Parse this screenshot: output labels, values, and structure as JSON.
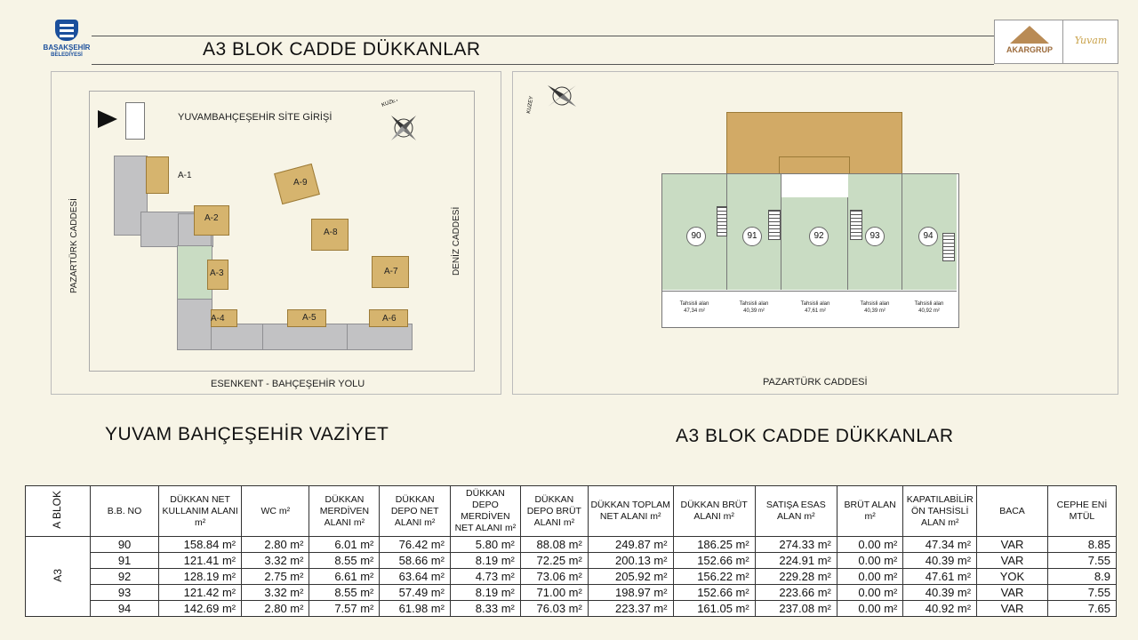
{
  "header": {
    "municipality_line1": "BAŞAKŞEHİR",
    "municipality_line2": "BELEDİYESİ",
    "title": "A3 BLOK  CADDE DÜKKANLAR",
    "brand_left": "AKARGRUP",
    "brand_right": "Yuvam"
  },
  "site_plan": {
    "entrance_label": "YUVAMBAHÇEŞEHİR SİTE GİRİŞİ",
    "street_left": "PAZARTÜRK CADDESİ",
    "street_right": "DENİZ CADDESİ",
    "street_bottom": "ESENKENT - BAHÇEŞEHİR YOLU",
    "north_label": "KUZEY",
    "blocks": [
      "A-1",
      "A-2",
      "A-3",
      "A-4",
      "A-5",
      "A-6",
      "A-7",
      "A-8",
      "A-9"
    ],
    "caption": "YUVAM BAHÇEŞEHİR VAZİYET"
  },
  "floor_plan": {
    "north_label": "KUZEY",
    "shops": [
      {
        "no": "90",
        "area_label": "Tahsisli alan",
        "area_value": "47,34 m²"
      },
      {
        "no": "91",
        "area_label": "Tahsisli alan",
        "area_value": "40,39 m²"
      },
      {
        "no": "92",
        "area_label": "Tahsisli alan",
        "area_value": "47,61 m²"
      },
      {
        "no": "93",
        "area_label": "Tahsisli alan",
        "area_value": "40,39 m²"
      },
      {
        "no": "94",
        "area_label": "Tahsisli alan",
        "area_value": "40,92 m²"
      }
    ],
    "street_label": "PAZARTÜRK CADDESİ",
    "caption": "A3 BLOK CADDE DÜKKANLAR"
  },
  "table": {
    "block_header": "A BLOK",
    "block_value": "A3",
    "columns": [
      "B.B. NO",
      "DÜKKAN NET KULLANIM ALANI m²",
      "WC m²",
      "DÜKKAN MERDİVEN ALANI m²",
      "DÜKKAN DEPO NET ALANI m²",
      "DÜKKAN DEPO MERDİVEN NET ALANI m²",
      "DÜKKAN DEPO BRÜT ALANI m²",
      "DÜKKAN TOPLAM NET ALANI m²",
      "DÜKKAN BRÜT ALANI m²",
      "SATIŞA ESAS ALAN m²",
      "BRÜT ALAN m²",
      "KAPATILABİLİR ÖN TAHSİSLİ ALAN m²",
      "BACA",
      "CEPHE ENİ MTÜL"
    ],
    "rows": [
      [
        "90",
        "158.84 m²",
        "2.80 m²",
        "6.01 m²",
        "76.42 m²",
        "5.80 m²",
        "88.08 m²",
        "249.87 m²",
        "186.25 m²",
        "274.33 m²",
        "0.00 m²",
        "47.34 m²",
        "VAR",
        "8.85"
      ],
      [
        "91",
        "121.41 m²",
        "3.32 m²",
        "8.55 m²",
        "58.66 m²",
        "8.19 m²",
        "72.25 m²",
        "200.13 m²",
        "152.66 m²",
        "224.91 m²",
        "0.00 m²",
        "40.39 m²",
        "VAR",
        "7.55"
      ],
      [
        "92",
        "128.19 m²",
        "2.75 m²",
        "6.61 m²",
        "63.64 m²",
        "4.73 m²",
        "73.06 m²",
        "205.92 m²",
        "156.22 m²",
        "229.28 m²",
        "0.00 m²",
        "47.61 m²",
        "YOK",
        "8.9"
      ],
      [
        "93",
        "121.42 m²",
        "3.32 m²",
        "8.55 m²",
        "57.49 m²",
        "8.19 m²",
        "71.00 m²",
        "198.97 m²",
        "152.66 m²",
        "223.66 m²",
        "0.00 m²",
        "40.39 m²",
        "VAR",
        "7.55"
      ],
      [
        "94",
        "142.69 m²",
        "2.80 m²",
        "7.57 m²",
        "61.98 m²",
        "8.33 m²",
        "76.03 m²",
        "223.37 m²",
        "161.05 m²",
        "237.08 m²",
        "0.00 m²",
        "40.92 m²",
        "VAR",
        "7.65"
      ]
    ]
  },
  "colors": {
    "background": "#f7f4e6",
    "building_tan": "#d6b46e",
    "block_gray": "#c2c2c4",
    "shop_green": "#c9dcc3",
    "core_tan": "#d2aa66"
  }
}
